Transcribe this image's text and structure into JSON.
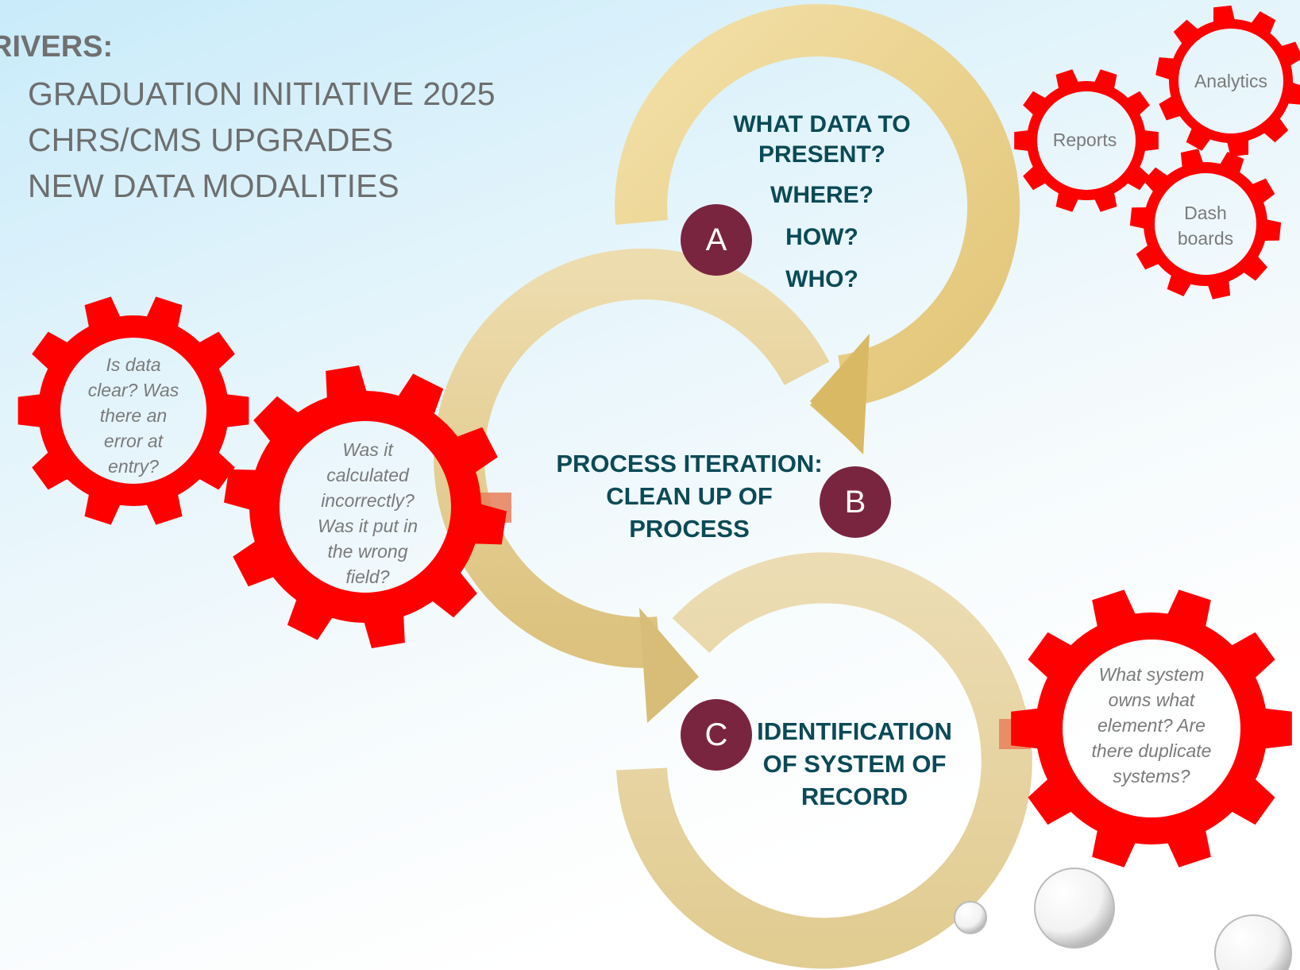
{
  "drivers": {
    "heading": "RIVERS:",
    "items": [
      "GRADUATION INITIATIVE 2025",
      "CHRS/CMS UPGRADES",
      "NEW DATA MODALITIES"
    ]
  },
  "cycle_a": {
    "badge": "A",
    "questions": [
      "WHAT DATA TO PRESENT?",
      "WHERE?",
      "HOW?",
      "WHO?"
    ]
  },
  "cycle_b": {
    "badge": "B",
    "title": "PROCESS ITERATION: CLEAN UP OF PROCESS"
  },
  "cycle_c": {
    "badge": "C",
    "title": "IDENTIFICATION OF SYSTEM OF RECORD"
  },
  "gears": {
    "reports": "Reports",
    "analytics": "Analytics",
    "dashboards": "Dash boards",
    "data_clear": "Is data clear? Was there an error at entry?",
    "calculated": "Was it calculated incorrectly? Was it put in the wrong field?",
    "system_owns": "What system owns what element? Are there duplicate systems?"
  },
  "colors": {
    "gear": "#ff0000",
    "arrow": "#e8cf8a",
    "badge": "#7a2540",
    "label": "#0b4a57"
  }
}
